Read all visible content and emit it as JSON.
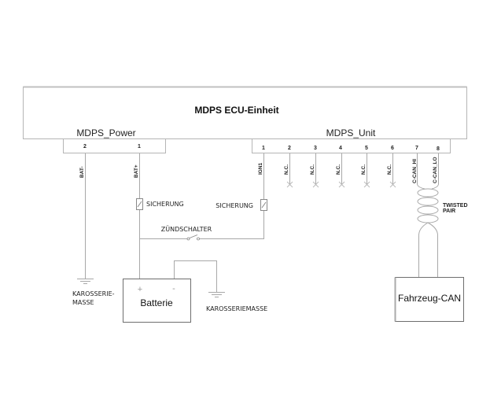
{
  "ecu": {
    "title": "MDPS ECU-Einheit",
    "power_connector": {
      "name": "MDPS_Power",
      "pins": [
        {
          "number": "2",
          "signal": "BAT-"
        },
        {
          "number": "1",
          "signal": "BAT+"
        }
      ]
    },
    "unit_connector": {
      "name": "MDPS_Unit",
      "pins": [
        {
          "number": "1",
          "signal": "IGN1"
        },
        {
          "number": "2",
          "signal": "N.C."
        },
        {
          "number": "3",
          "signal": "N.C."
        },
        {
          "number": "4",
          "signal": "N.C."
        },
        {
          "number": "5",
          "signal": "N.C."
        },
        {
          "number": "6",
          "signal": "N.C."
        },
        {
          "number": "7",
          "signal": "C-CAN_HI"
        },
        {
          "number": "8",
          "signal": "C-CAN_LO"
        }
      ]
    }
  },
  "components": {
    "fuse_bat": "SICHERUNG",
    "fuse_ign": "SICHERUNG",
    "ignition_switch": "ZÜNDSCHALTER",
    "battery": {
      "label": "Batterie",
      "plus": "+",
      "minus": "-"
    },
    "ground_left": {
      "line1": "KAROSSERIE-",
      "line2": "MASSE"
    },
    "ground_right": "KAROSSERIEMASSE",
    "twisted_pair": {
      "line1": "TWISTED",
      "line2": "PAIR"
    },
    "vehicle_can": "Fahrzeug-CAN"
  }
}
